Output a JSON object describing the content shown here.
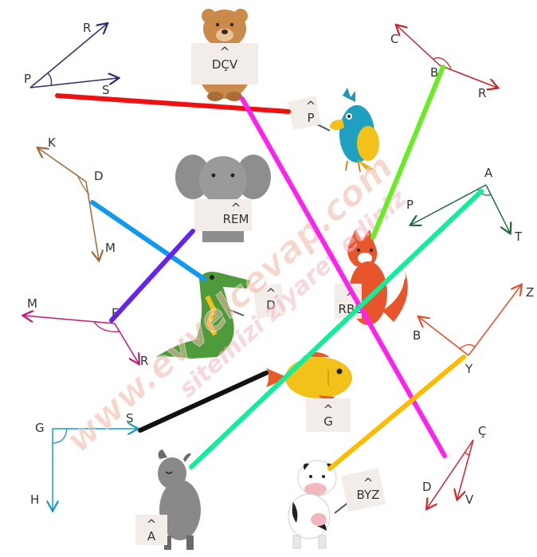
{
  "angles": [
    {
      "id": "RPS",
      "vertex": "P",
      "arm1": "R",
      "arm2": "S",
      "color": "#2b2f6e"
    },
    {
      "id": "CBR",
      "vertex": "B",
      "arm1": "C",
      "arm2": "R",
      "color": "#c0282d"
    },
    {
      "id": "KDM",
      "vertex": "D",
      "arm1": "K",
      "arm2": "M",
      "color": "#a06a3a"
    },
    {
      "id": "PAT",
      "vertex": "A",
      "arm1": "P",
      "arm2": "T",
      "color": "#1f6b3a"
    },
    {
      "id": "MER",
      "vertex": "E",
      "arm1": "M",
      "arm2": "R",
      "color": "#c2187a"
    },
    {
      "id": "BYZ",
      "vertex": "Y",
      "arm1": "B",
      "arm2": "Z",
      "color": "#e0502a"
    },
    {
      "id": "SGH",
      "vertex": "G",
      "arm1": "S",
      "arm2": "H",
      "color": "#1a9bc4"
    },
    {
      "id": "CDV",
      "vertex": "Ç",
      "arm1": "D",
      "arm2": "V",
      "color": "#d0262e"
    }
  ],
  "signs": [
    {
      "animal": "bear",
      "text": "DÇV"
    },
    {
      "animal": "parrot",
      "text": "P"
    },
    {
      "animal": "elephant",
      "text": "REM"
    },
    {
      "animal": "crocodile",
      "text": "D"
    },
    {
      "animal": "fox",
      "text": "RBC"
    },
    {
      "animal": "fish",
      "text": "G"
    },
    {
      "animal": "cow",
      "text": "BYZ"
    },
    {
      "animal": "goat",
      "text": "A"
    }
  ],
  "hat": "^",
  "watermark": {
    "line1": "www.evvelcevap.com",
    "line2": "sitemizi ziyaret ediniz"
  },
  "connector_colors": {
    "red": "#ee1111",
    "magenta": "#ff22ee",
    "green": "#66ee22",
    "blue": "#1199ee",
    "purple": "#6622ee",
    "cyan": "#11ee99",
    "black": "#111111",
    "orange": "#ffbb00"
  }
}
